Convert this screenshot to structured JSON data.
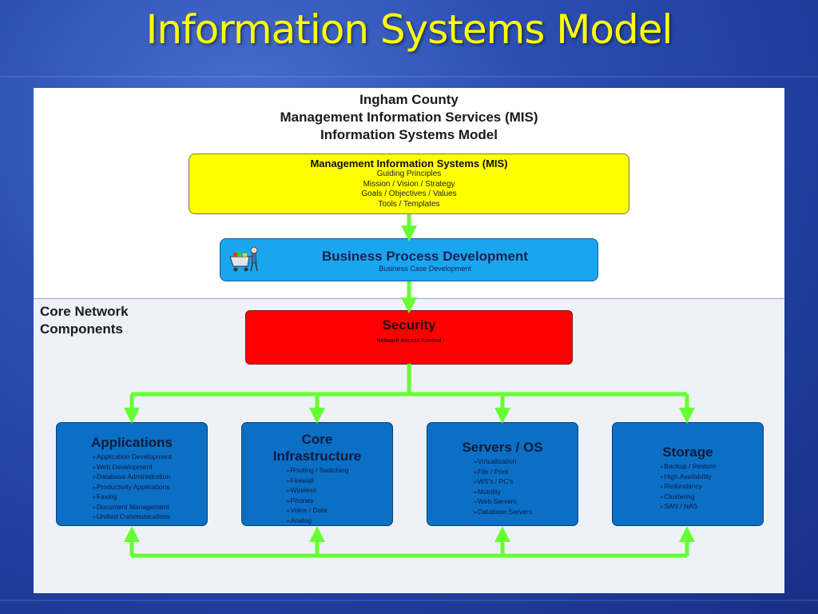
{
  "slide": {
    "title": "Information Systems Model"
  },
  "diagram": {
    "heading_lines": [
      "Ingham County",
      "Management Information Services (MIS)",
      "Information Systems Model"
    ],
    "mis": {
      "title": "Management Information Systems (MIS)",
      "lines": [
        "Guiding Principles",
        "Mission / Vision / Strategy",
        "Goals / Objectives / Values",
        "Tools / Templates"
      ],
      "color": "#ffff00"
    },
    "bpd": {
      "title": "Business Process Development",
      "subtitle": "Business Case Development",
      "icon": "shopping-cart-icon",
      "color": "#1aa6ef"
    },
    "core": {
      "title_lines": [
        "Core Network",
        "Components"
      ],
      "security": {
        "title": "Security",
        "subtitle": "Network Access Control",
        "color": "#ff0000"
      },
      "components": [
        {
          "title_lines": [
            "Applications"
          ],
          "items": [
            "Application Development",
            "Web Development",
            "Database Administration",
            "Productivity Applications",
            "Faxing",
            "Document Management",
            "Unified Communications"
          ]
        },
        {
          "title_lines": [
            "Core",
            "Infrastructure"
          ],
          "items": [
            "Routing / Switching",
            "Firewall",
            "Wireless",
            "Phones",
            "Voice / Data",
            "Analog"
          ]
        },
        {
          "title_lines": [
            "Servers / OS"
          ],
          "items": [
            "Virtualization",
            "File / Print",
            "WS's / PC's",
            "Mobility",
            "Web Servers",
            "Database Servers"
          ]
        },
        {
          "title_lines": [
            "Storage"
          ],
          "items": [
            "Backup / Restore",
            "High Availability",
            "Redundancy",
            "Clustering",
            "SAN / NAS"
          ]
        }
      ],
      "component_color": "#0b6fc6",
      "arrow_color": "#66ff33"
    }
  }
}
